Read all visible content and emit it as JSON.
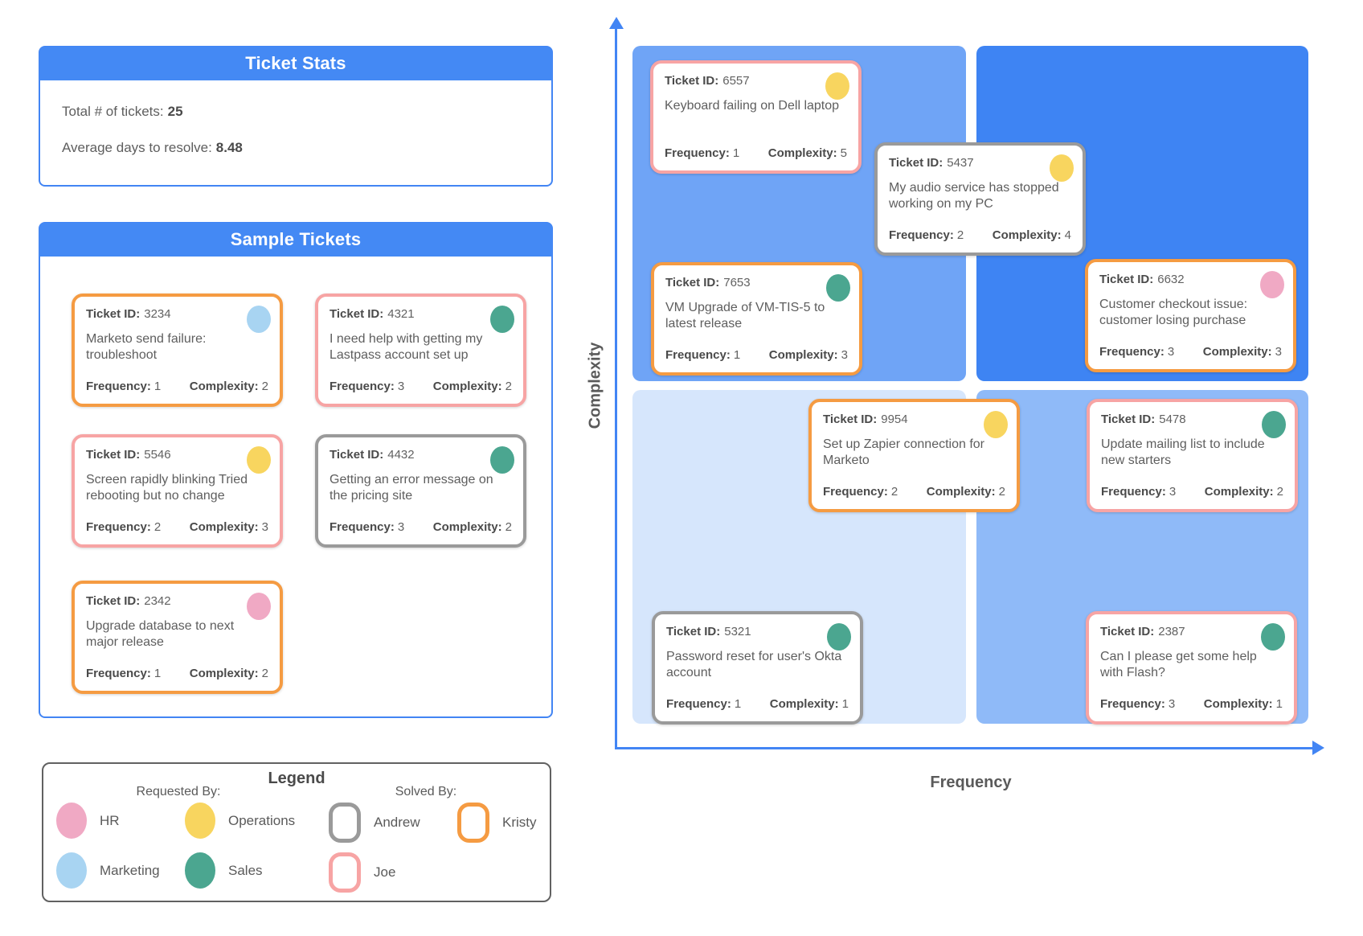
{
  "ticket_stats": {
    "title": "Ticket Stats",
    "total_label": "Total # of tickets:",
    "total_value": "25",
    "avg_label": "Average days to resolve:",
    "avg_value": "8.48"
  },
  "sample_tickets": {
    "title": "Sample Tickets",
    "tickets": [
      {
        "id": "3234",
        "description": "Marketo send failure: troubleshoot",
        "frequency": "1",
        "complexity": "2",
        "requested_by": "Marketing",
        "solved_by": "Kristy"
      },
      {
        "id": "4321",
        "description": "I need help with getting my Lastpass account set up",
        "frequency": "3",
        "complexity": "2",
        "requested_by": "Sales",
        "solved_by": "Joe"
      },
      {
        "id": "5546",
        "description": "Screen rapidly blinking Tried rebooting but no change",
        "frequency": "2",
        "complexity": "3",
        "requested_by": "Operations",
        "solved_by": "Joe"
      },
      {
        "id": "4432",
        "description": "Getting an error message on the pricing site",
        "frequency": "3",
        "complexity": "2",
        "requested_by": "Sales",
        "solved_by": "Andrew"
      },
      {
        "id": "2342",
        "description": "Upgrade database to next major release",
        "frequency": "1",
        "complexity": "2",
        "requested_by": "HR",
        "solved_by": "Kristy"
      }
    ]
  },
  "chart": {
    "x_axis_label": "Frequency",
    "y_axis_label": "Complexity",
    "tickets": [
      {
        "id": "6557",
        "description": "Keyboard failing on Dell laptop",
        "frequency": "1",
        "complexity": "5",
        "requested_by": "Operations",
        "solved_by": "Joe"
      },
      {
        "id": "5437",
        "description": "My audio service has stopped working on my PC",
        "frequency": "2",
        "complexity": "4",
        "requested_by": "Operations",
        "solved_by": "Andrew"
      },
      {
        "id": "7653",
        "description": "VM Upgrade of VM-TIS-5 to latest release",
        "frequency": "1",
        "complexity": "3",
        "requested_by": "Sales",
        "solved_by": "Kristy"
      },
      {
        "id": "6632",
        "description": "Customer checkout issue: customer losing purchase",
        "frequency": "3",
        "complexity": "3",
        "requested_by": "HR",
        "solved_by": "Kristy"
      },
      {
        "id": "9954",
        "description": "Set up Zapier connection for Marketo",
        "frequency": "2",
        "complexity": "2",
        "requested_by": "Operations",
        "solved_by": "Kristy"
      },
      {
        "id": "5478",
        "description": "Update mailing list to include new starters",
        "frequency": "3",
        "complexity": "2",
        "requested_by": "Sales",
        "solved_by": "Joe"
      },
      {
        "id": "5321",
        "description": "Password reset for user's Okta account",
        "frequency": "1",
        "complexity": "1",
        "requested_by": "Sales",
        "solved_by": "Andrew"
      },
      {
        "id": "2387",
        "description": "Can I please get some help with Flash?",
        "frequency": "3",
        "complexity": "1",
        "requested_by": "Sales",
        "solved_by": "Joe"
      }
    ]
  },
  "legend": {
    "title": "Legend",
    "requested_by_label": "Requested By:",
    "solved_by_label": "Solved By:",
    "requested_by": [
      {
        "label": "HR",
        "color": "#F0A9C4"
      },
      {
        "label": "Operations",
        "color": "#F8D55F"
      },
      {
        "label": "Marketing",
        "color": "#A8D4F2"
      },
      {
        "label": "Sales",
        "color": "#4BA690"
      }
    ],
    "solved_by": [
      {
        "label": "Andrew",
        "color": "#9A9A9A"
      },
      {
        "label": "Kristy",
        "color": "#F59B42"
      },
      {
        "label": "Joe",
        "color": "#F7A4A4"
      }
    ]
  },
  "labels": {
    "ticket_id": "Ticket ID:",
    "frequency": "Frequency:",
    "complexity": "Complexity:"
  },
  "colors": {
    "accent_blue": "#4285F4",
    "quadrants": {
      "top_left": "#6FA4F6",
      "top_right": "#3E84F3",
      "bottom_left": "#D6E6FC",
      "bottom_right": "#8FBAF8"
    }
  }
}
